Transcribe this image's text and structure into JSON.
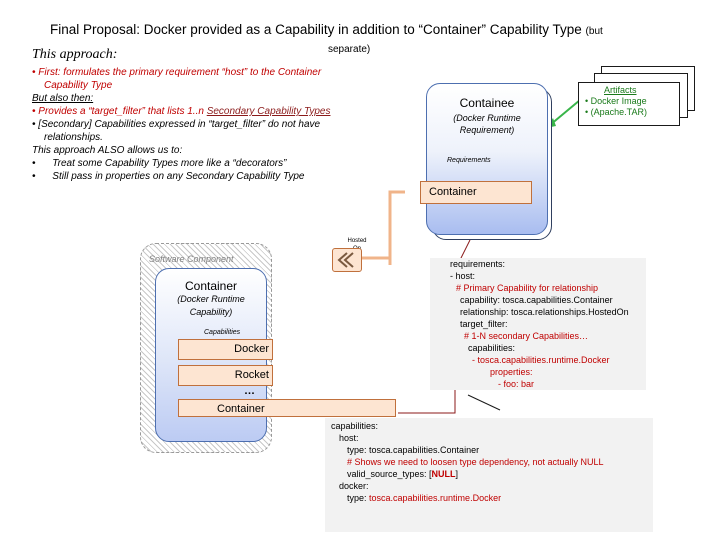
{
  "title": {
    "main": "Final Proposal:  Docker provided as a Capability in addition to “Container” Capability Type",
    "paren": "(but",
    "cont": "separate)"
  },
  "approach": {
    "heading": "This approach:",
    "line1_bullet": "•",
    "line1": "First: formulates the primary requirement “host” to the Container",
    "line1b": "Capability Type",
    "line2": "But also then:",
    "line3_bullet": "•",
    "line3a": "Provides a “target_filter” that lists 1..n ",
    "line3b": "Secondary Capability Types",
    "line4_bullet": "•",
    "line4": "[Secondary] Capabilities expressed in “target_filter” do not have",
    "line4b": "relationships.",
    "line5": "This approach ALSO allows us to:",
    "line6_bullet": "•",
    "line6": "Treat some Capability Types more like a “decorators”",
    "line7_bullet": "•",
    "line7": "Still pass in properties on any Secondary Capability Type"
  },
  "containee": {
    "title": "Containee",
    "subtitle1": "(Docker Runtime",
    "subtitle2": "Requirement)",
    "requirements_label": "Requirements",
    "requirement_box": "Container"
  },
  "artifacts": {
    "title": "Artifacts",
    "items": [
      "Docker Image",
      "(Apache.TAR)"
    ]
  },
  "hosted_on": {
    "line1": "Hosted",
    "line2": "On"
  },
  "software_component": {
    "label": "Software Component",
    "container_title": "Container",
    "container_sub1": "(Docker Runtime",
    "container_sub2": "Capability)",
    "capabilities_label": "Capabilities",
    "caps": [
      "Docker",
      "Rocket"
    ],
    "ellipsis": "…",
    "last_cap": "Container"
  },
  "requirements_code": [
    {
      "text": "requirements:",
      "color": "black",
      "indent": 0
    },
    {
      "text": "- host:",
      "color": "black",
      "indent": 1
    },
    {
      "text": "# Primary Capability for relationship",
      "color": "red",
      "indent": 2
    },
    {
      "text": "capability: tosca.capabilities.Container",
      "color": "black",
      "indent": 2
    },
    {
      "text": "relationship: tosca.relationships.HostedOn",
      "color": "black",
      "indent": 2
    },
    {
      "text": "target_filter:",
      "color": "black",
      "indent": 2
    },
    {
      "text": "# 1-N secondary Capabilities…",
      "color": "red",
      "indent": 3
    },
    {
      "text": "capabilities:",
      "color": "black",
      "indent": 3
    },
    {
      "text": "- tosca.capabilities.runtime.Docker",
      "color": "red",
      "indent": 4
    },
    {
      "text": "properties:",
      "color": "red",
      "indent": 5
    },
    {
      "text": "- foo: bar",
      "color": "red",
      "indent": 6
    }
  ],
  "capabilities_code": [
    {
      "text": "capabilities:",
      "parts": [
        {
          "t": "capabilities:",
          "c": "black"
        }
      ],
      "indent": 0
    },
    {
      "parts": [
        {
          "t": "host:",
          "c": "black"
        }
      ],
      "indent": 1
    },
    {
      "parts": [
        {
          "t": "type: tosca.capabilities.Container",
          "c": "black"
        }
      ],
      "indent": 2
    },
    {
      "parts": [
        {
          "t": "# Shows we need to loosen type dependency, not actually NULL",
          "c": "red"
        }
      ],
      "indent": 2
    },
    {
      "parts": [
        {
          "t": "valid_source_types: [",
          "c": "black"
        },
        {
          "t": "NULL",
          "c": "red"
        },
        {
          "t": "]",
          "c": "black"
        }
      ],
      "indent": 2
    },
    {
      "parts": [
        {
          "t": "docker:",
          "c": "black"
        }
      ],
      "indent": 1
    },
    {
      "parts": [
        {
          "t": "type: ",
          "c": "black"
        },
        {
          "t": "tosca.capabilities.runtime.Docker",
          "c": "red"
        }
      ],
      "indent": 2
    }
  ],
  "colors": {
    "card_border": "#4d6fb0",
    "card_fill_bottom": "#a9bdf0",
    "orange_fill": "#fde5d2",
    "orange_line": "#f0b48a",
    "red_text": "#c00000",
    "green_arrow": "#39b54a"
  }
}
